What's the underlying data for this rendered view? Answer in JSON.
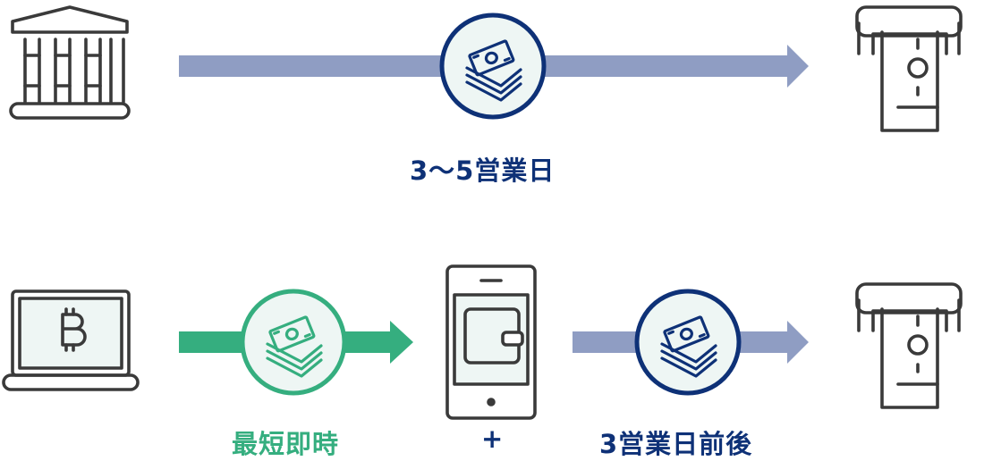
{
  "colors": {
    "navy": "#0e3177",
    "green": "#35ae7f",
    "arrow_gray": "#8f9dc3",
    "icon_dark": "#3a3a3a",
    "icon_fill": "#eef6f4",
    "white": "#ffffff"
  },
  "icons": {
    "bank": "bank-icon",
    "atm": "atm-cash-icon",
    "laptop": "laptop-bitcoin-icon",
    "phone": "phone-wallet-icon",
    "money": "money-stack-icon"
  },
  "row1": {
    "duration_label": "3〜5営業日"
  },
  "row2": {
    "crypto_label": "最短即時",
    "plus_label": "+",
    "fiat_label": "3営業日前後"
  }
}
